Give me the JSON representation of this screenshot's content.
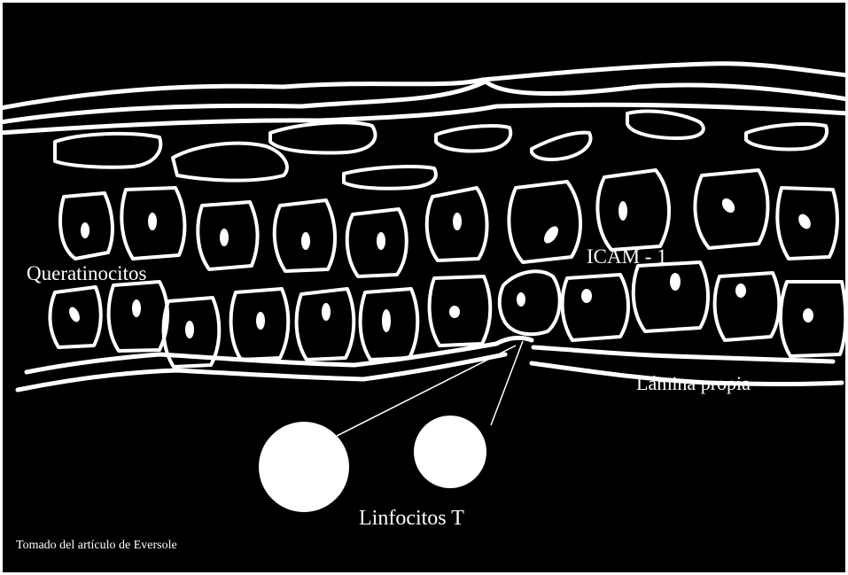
{
  "labels": {
    "keratinocytes": "Queratinocitos",
    "icam": "ICAM - 1",
    "lamina": "Lámina propia",
    "lymphocytes": "Linfocitos T",
    "credit": "Tomado del artículo de Eversole"
  },
  "colors": {
    "background": "#000000",
    "lines": "#ffffff"
  }
}
